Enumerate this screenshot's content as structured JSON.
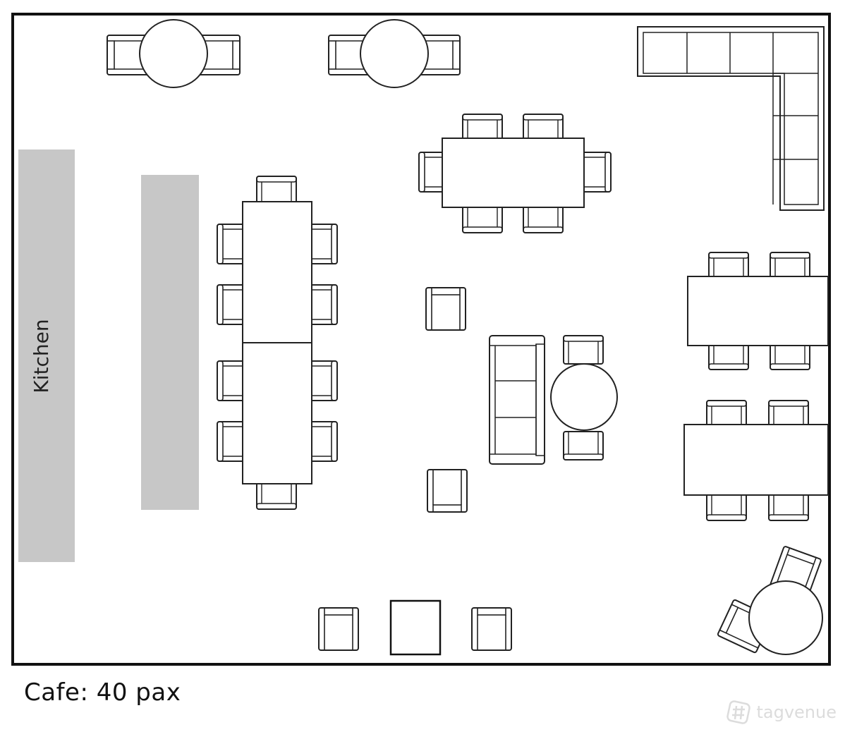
{
  "plan": {
    "kitchen_label": "Kitchen",
    "caption": "Cafe: 40 pax",
    "watermark": "tagvenue"
  },
  "colors": {
    "wall": "#111111",
    "furniture_stroke": "#222222",
    "counter_fill": "#c7c7c7",
    "watermark": "#dcdcdc"
  }
}
